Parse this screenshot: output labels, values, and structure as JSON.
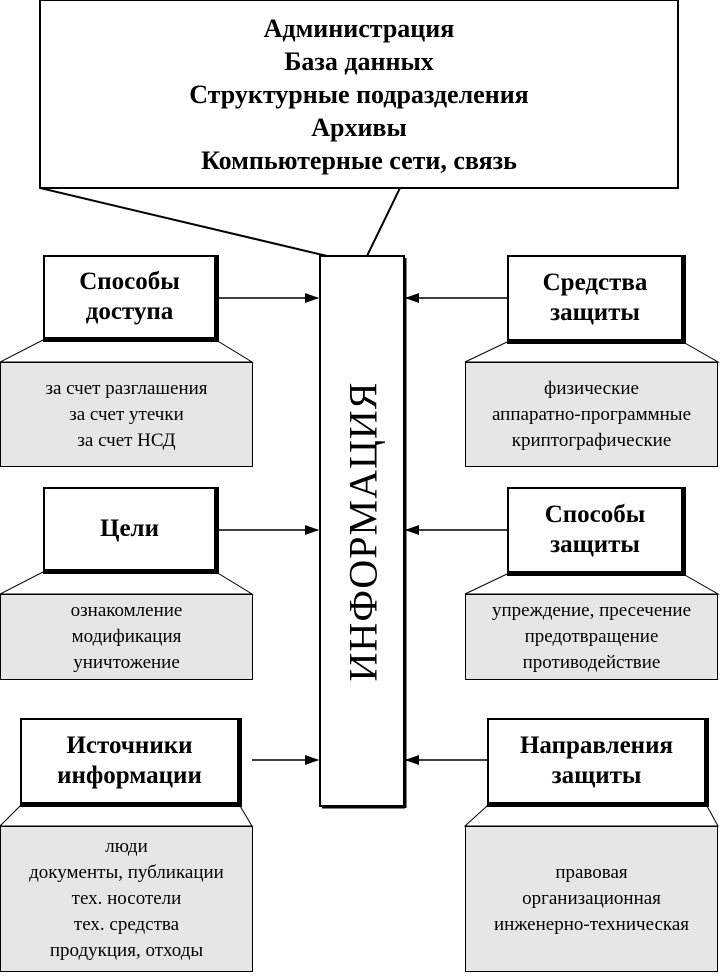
{
  "top_box": {
    "lines": [
      "Администрация",
      "База данных",
      "Структурные подразделения",
      "Архивы",
      "Компьютерные сети, связь"
    ]
  },
  "center": {
    "label": "ИНФОРМАЦИЯ"
  },
  "left": [
    {
      "title": [
        "Способы",
        "доступа"
      ],
      "items": [
        "за счет разглашения",
        "за счет утечки",
        "за счет НСД"
      ]
    },
    {
      "title": [
        "Цели"
      ],
      "items": [
        "ознакомление",
        "модификация",
        "уничтожение"
      ]
    },
    {
      "title": [
        "Источники",
        "информации"
      ],
      "items": [
        "люди",
        "документы, публикации",
        "тех. носотели",
        "тех. средства",
        "продукция, отходы"
      ]
    }
  ],
  "right": [
    {
      "title": [
        "Средства",
        "защиты"
      ],
      "items": [
        "физические",
        "аппаратно-программные",
        "криптографические"
      ]
    },
    {
      "title": [
        "Способы",
        "защиты"
      ],
      "items": [
        "упреждение, пресечение",
        "предотвращение",
        "противодействие"
      ]
    },
    {
      "title": [
        "Направления",
        "защиты"
      ],
      "items": [
        "правовая",
        "организационная",
        "инженерно-техническая"
      ]
    }
  ]
}
